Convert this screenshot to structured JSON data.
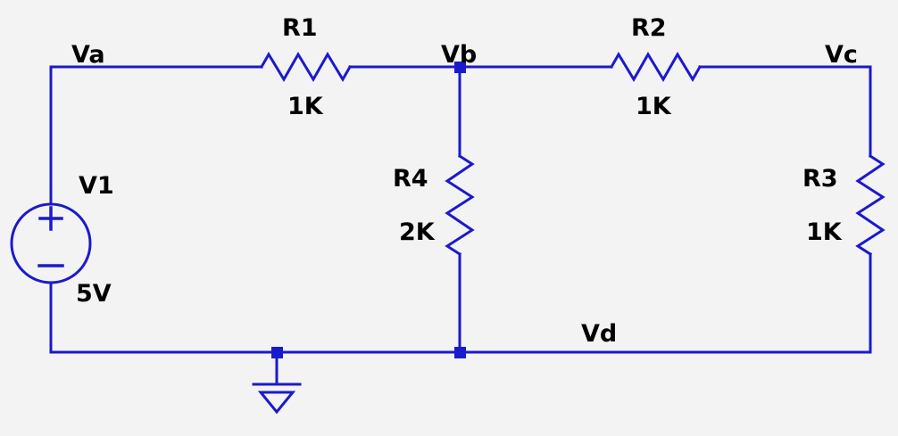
{
  "colors": {
    "wire": "#1a1acd",
    "label": "#000000",
    "bg": "#f3f3f3"
  },
  "circuit": {
    "node_labels": {
      "va": "Va",
      "vb": "Vb",
      "vc": "Vc",
      "vd": "Vd"
    },
    "components": {
      "v1": {
        "type": "voltage-source",
        "designator": "V1",
        "value": "5V"
      },
      "r1": {
        "type": "resistor",
        "designator": "R1",
        "value": "1K"
      },
      "r2": {
        "type": "resistor",
        "designator": "R2",
        "value": "1K"
      },
      "r3": {
        "type": "resistor",
        "designator": "R3",
        "value": "1K"
      },
      "r4": {
        "type": "resistor",
        "designator": "R4",
        "value": "2K"
      }
    },
    "ground": {
      "symbol": "earth-ground"
    }
  }
}
